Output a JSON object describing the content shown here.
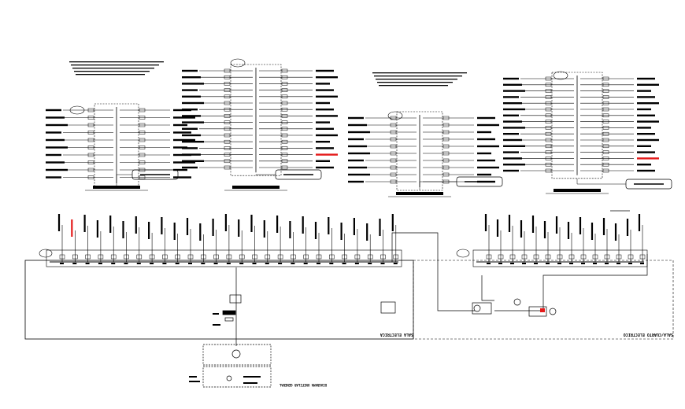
{
  "drawing": {
    "room_left_label": "SALA ELECTRICA",
    "room_right_label": "SALA/CUARTO ELECTRICO",
    "caption_vertical": "DIAGRAMA UNIFILAR GENERAL"
  },
  "colors": {
    "line": "#000000",
    "highlight": "#e41b1b",
    "background": "#ffffff"
  },
  "panels": [
    {
      "id": "tablero-1",
      "circuits": 10,
      "highlight": false
    },
    {
      "id": "tablero-2",
      "circuits": 16,
      "highlight": true
    },
    {
      "id": "tablero-3",
      "circuits": 10,
      "highlight": false
    },
    {
      "id": "tablero-4",
      "circuits": 16,
      "highlight": true
    }
  ],
  "busbars": [
    {
      "id": "bus-left",
      "branches": 27,
      "highlight_branch": 1
    },
    {
      "id": "bus-right",
      "branches": 14,
      "highlight_branch": -1
    }
  ]
}
